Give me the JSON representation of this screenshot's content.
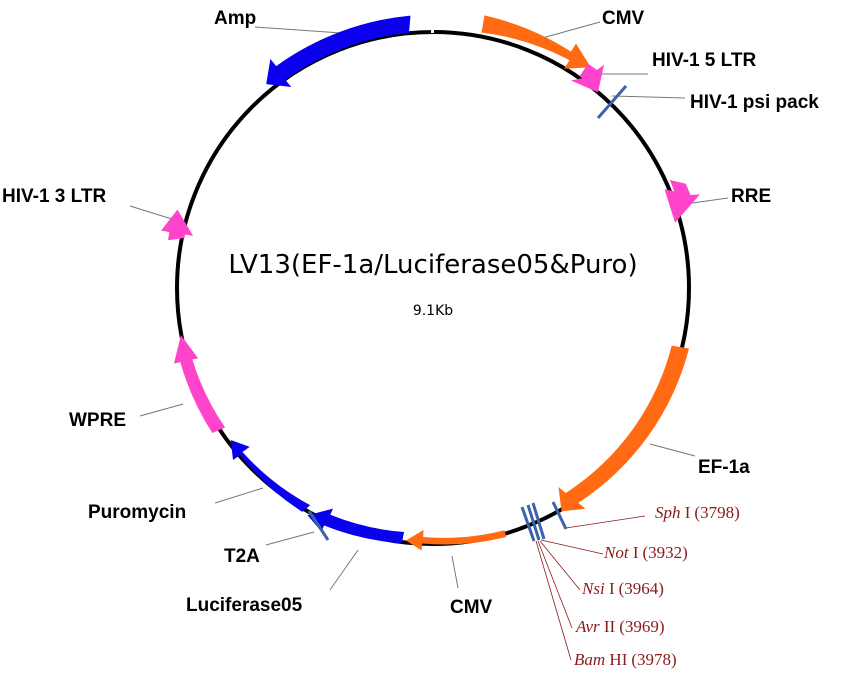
{
  "plasmid": {
    "name": "LV13(EF-1a/Luciferase05&Puro)",
    "size_label": "9.1Kb"
  },
  "colors": {
    "backbone": "#000000",
    "cmv_promoter": "#ff6a13",
    "selection_gene": "#0a00ee",
    "viral_element": "#ff44cc",
    "site_tick": "#3a63a8",
    "site_text": "#8b1a1a",
    "leader": "#777777"
  },
  "features": [
    {
      "id": "amp",
      "label": "Amp",
      "color_key": "selection_gene"
    },
    {
      "id": "cmv-top",
      "label": "CMV",
      "color_key": "cmv_promoter"
    },
    {
      "id": "hiv1-5ltr",
      "label": "HIV-1 5 LTR",
      "color_key": "viral_element"
    },
    {
      "id": "hiv1-psi",
      "label": "HIV-1 psi pack",
      "color_key": "site_tick"
    },
    {
      "id": "rre",
      "label": "RRE",
      "color_key": "viral_element"
    },
    {
      "id": "ef1a",
      "label": "EF-1a",
      "color_key": "cmv_promoter"
    },
    {
      "id": "cmv-bottom",
      "label": "CMV",
      "color_key": "cmv_promoter"
    },
    {
      "id": "luciferase05",
      "label": "Luciferase05",
      "color_key": "selection_gene"
    },
    {
      "id": "t2a",
      "label": "T2A",
      "color_key": "site_tick"
    },
    {
      "id": "puromycin",
      "label": "Puromycin",
      "color_key": "selection_gene"
    },
    {
      "id": "wpre",
      "label": "WPRE",
      "color_key": "viral_element"
    },
    {
      "id": "hiv1-3ltr",
      "label": "HIV-1 3 LTR",
      "color_key": "viral_element"
    }
  ],
  "sites": [
    {
      "enzyme": "Sph",
      "suffix": " I",
      "position": "(3798)"
    },
    {
      "enzyme": "Not",
      "suffix": " I",
      "position": "(3932)"
    },
    {
      "enzyme": "Nsi",
      "suffix": " I",
      "position": "(3964)"
    },
    {
      "enzyme": "Avr",
      "suffix": " II",
      "position": "(3969)"
    },
    {
      "enzyme": "Bam",
      "suffix": " HI",
      "position": "(3978)"
    }
  ]
}
